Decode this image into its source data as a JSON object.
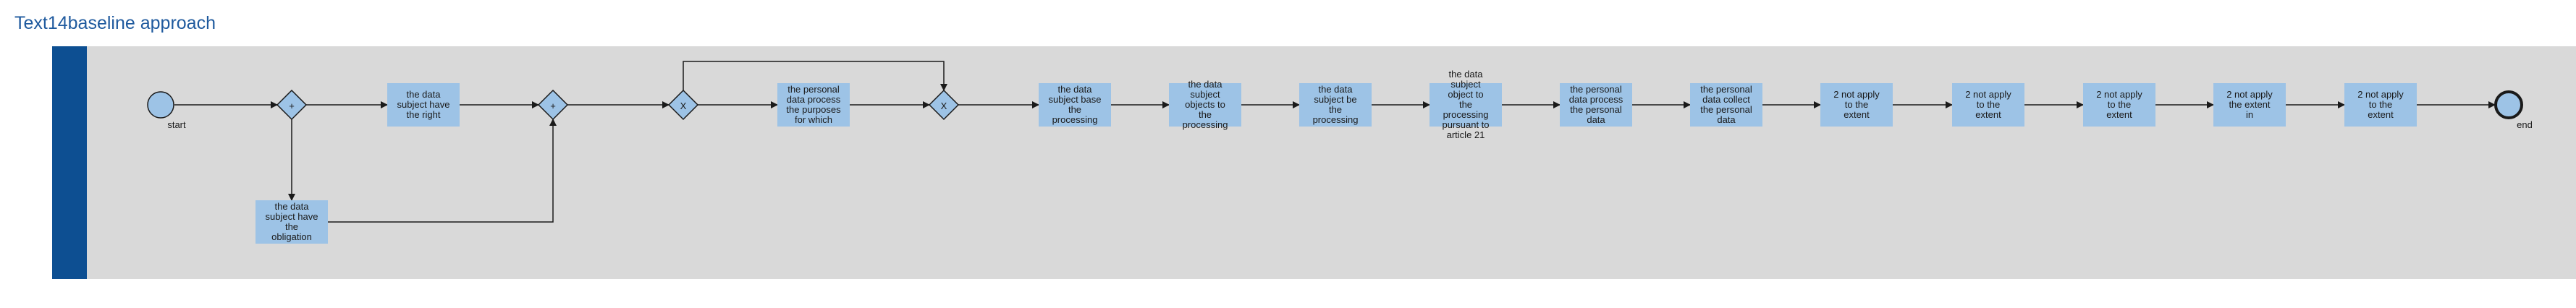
{
  "title": "Text14baseline approach",
  "colors": {
    "pool_band": "#0d4f92",
    "pool_body": "#d9d9d9",
    "task_fill": "#9dc3e6",
    "event_fill": "#9dc3e6",
    "gateway_fill": "#9dc3e6",
    "stroke": "#1a1a1a"
  },
  "events": {
    "start": {
      "label": "start"
    },
    "end": {
      "label": "end"
    }
  },
  "gateways": {
    "g1": {
      "symbol": "+"
    },
    "g2": {
      "symbol": "+"
    },
    "g3": {
      "symbol": "X"
    },
    "g4": {
      "symbol": "X"
    }
  },
  "tasks": [
    {
      "id": "t1",
      "lines": [
        "the data",
        "subject have",
        "the right"
      ]
    },
    {
      "id": "t2",
      "lines": [
        "the data",
        "subject have",
        "the",
        "obligation"
      ]
    },
    {
      "id": "t3",
      "lines": [
        "the personal",
        "data process",
        "the purposes",
        "for which"
      ]
    },
    {
      "id": "t4",
      "lines": [
        "the data",
        "subject base",
        "the",
        "processing"
      ]
    },
    {
      "id": "t5",
      "lines": [
        "the data",
        "subject",
        "objects to",
        "the",
        "processing"
      ]
    },
    {
      "id": "t6",
      "lines": [
        "the data",
        "subject be",
        "the",
        "processing"
      ]
    },
    {
      "id": "t7",
      "lines": [
        "the data",
        "subject",
        "object to",
        "the",
        "processing",
        "pursuant to",
        "article 21"
      ]
    },
    {
      "id": "t8",
      "lines": [
        "the personal",
        "data process",
        "the personal",
        "data"
      ]
    },
    {
      "id": "t9",
      "lines": [
        "the personal",
        "data collect",
        "the personal",
        "data"
      ]
    },
    {
      "id": "t10",
      "lines": [
        "2 not apply",
        "to the",
        "extent"
      ]
    },
    {
      "id": "t11",
      "lines": [
        "2 not apply",
        "to the",
        "extent"
      ]
    },
    {
      "id": "t12",
      "lines": [
        "2 not apply",
        "to the",
        "extent"
      ]
    },
    {
      "id": "t13",
      "lines": [
        "2 not apply",
        "the extent",
        "in"
      ]
    },
    {
      "id": "t14",
      "lines": [
        "2 not apply",
        "to the",
        "extent"
      ]
    }
  ]
}
